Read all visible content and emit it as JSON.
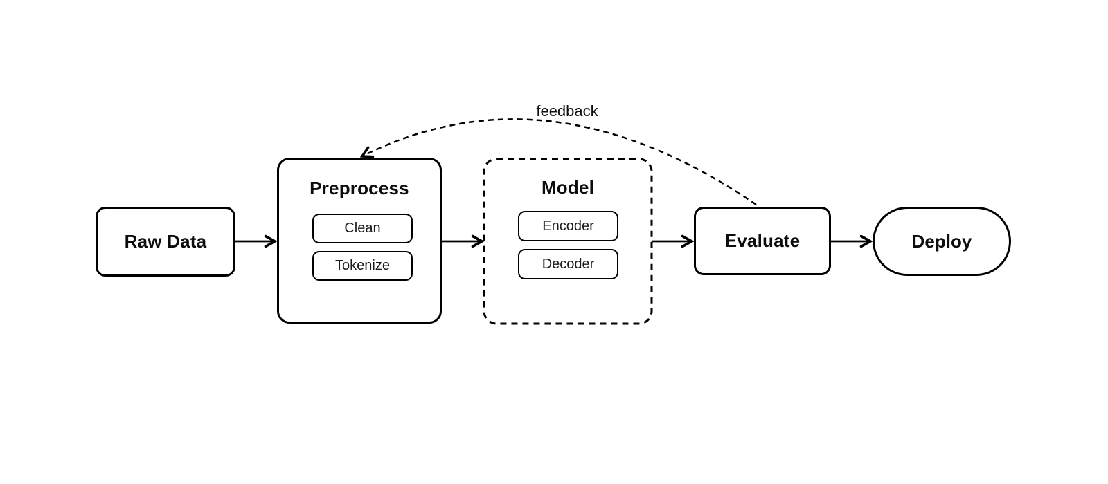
{
  "diagram": {
    "type": "flowchart",
    "background": "#ffffff",
    "stroke_color": "#000000",
    "text_color": "#0d0d0d",
    "nodes": {
      "raw_data": {
        "label": "Raw Data",
        "shape": "rounded-rect"
      },
      "preprocess": {
        "label": "Preprocess",
        "shape": "rounded-rect-container",
        "border_style": "solid",
        "children": {
          "clean": {
            "label": "Clean"
          },
          "tokenize": {
            "label": "Tokenize"
          }
        }
      },
      "model": {
        "label": "Model",
        "shape": "rounded-rect-container",
        "border_style": "dashed",
        "children": {
          "encoder": {
            "label": "Encoder"
          },
          "decoder": {
            "label": "Decoder"
          }
        }
      },
      "evaluate": {
        "label": "Evaluate",
        "shape": "rounded-rect"
      },
      "deploy": {
        "label": "Deploy",
        "shape": "stadium"
      }
    },
    "edges": [
      {
        "from": "raw_data",
        "to": "preprocess",
        "style": "solid",
        "label": ""
      },
      {
        "from": "preprocess",
        "to": "model",
        "style": "solid",
        "label": ""
      },
      {
        "from": "model",
        "to": "evaluate",
        "style": "solid",
        "label": ""
      },
      {
        "from": "evaluate",
        "to": "deploy",
        "style": "solid",
        "label": ""
      },
      {
        "from": "evaluate",
        "to": "preprocess",
        "style": "dashed",
        "label": "feedback"
      }
    ]
  }
}
